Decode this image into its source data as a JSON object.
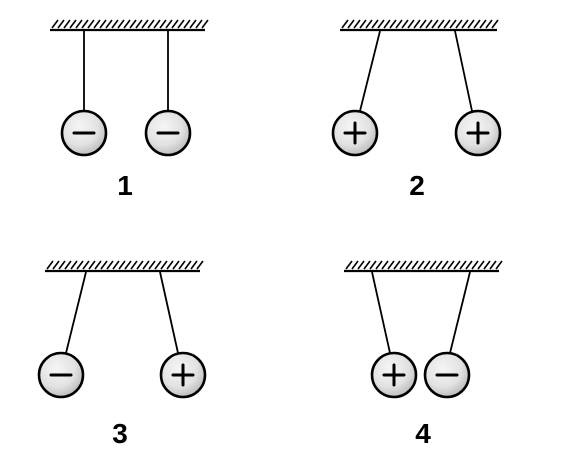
{
  "diagram": {
    "panels": [
      {
        "label": "1",
        "charges": [
          "−",
          "−"
        ]
      },
      {
        "label": "2",
        "charges": [
          "+",
          "+"
        ]
      },
      {
        "label": "3",
        "charges": [
          "−",
          "+"
        ]
      },
      {
        "label": "4",
        "charges": [
          "+",
          "−"
        ]
      }
    ]
  },
  "colors": {
    "ink": "#000000",
    "ball_fill_light": "#f5f5f5",
    "ball_fill_dark": "#b8b8b8"
  }
}
